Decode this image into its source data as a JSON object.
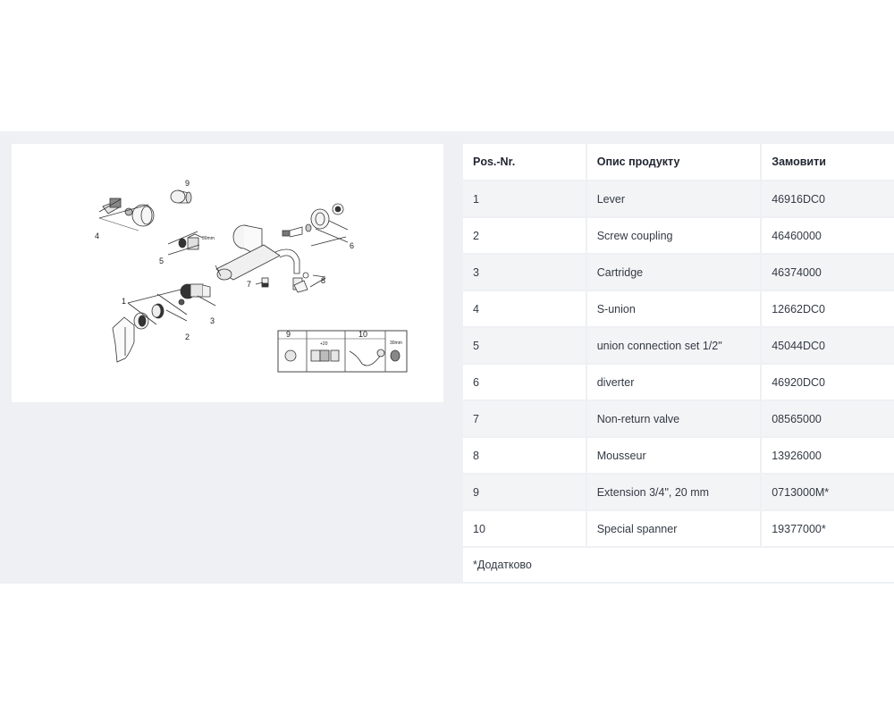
{
  "diagram": {
    "callouts": [
      "1",
      "2",
      "3",
      "4",
      "5",
      "6",
      "7",
      "8",
      "9",
      "10"
    ],
    "inset": {
      "extension_label": "9",
      "spanner_label": "10",
      "dim_plus20": "+20",
      "dim_30mm": "30mm"
    },
    "socket_dim": "30mm"
  },
  "table": {
    "headers": {
      "pos": "Pos.-Nr.",
      "desc": "Опис продукту",
      "order": "Замовити"
    },
    "rows": [
      {
        "pos": "1",
        "desc": "Lever",
        "order": "46916DC0"
      },
      {
        "pos": "2",
        "desc": "Screw coupling",
        "order": "46460000"
      },
      {
        "pos": "3",
        "desc": "Cartridge",
        "order": "46374000"
      },
      {
        "pos": "4",
        "desc": "S-union",
        "order": "12662DC0"
      },
      {
        "pos": "5",
        "desc": "union connection set 1/2\"",
        "order": "45044DC0"
      },
      {
        "pos": "6",
        "desc": "diverter",
        "order": "46920DC0"
      },
      {
        "pos": "7",
        "desc": "Non-return valve",
        "order": "08565000"
      },
      {
        "pos": "8",
        "desc": "Mousseur",
        "order": "13926000"
      },
      {
        "pos": "9",
        "desc": "Extension 3/4\", 20 mm",
        "order": "0713000M*"
      },
      {
        "pos": "10",
        "desc": "Special spanner",
        "order": "19377000*"
      }
    ],
    "footnote": "*Додатково"
  }
}
